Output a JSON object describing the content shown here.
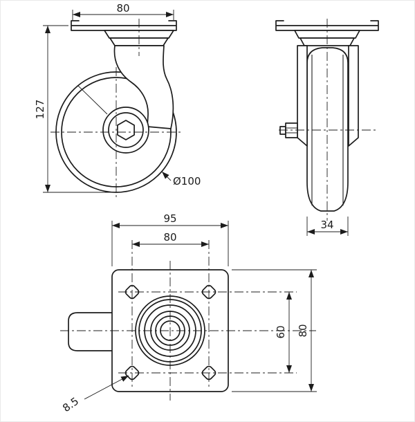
{
  "colors": {
    "background": "#ffffff",
    "line": "#1c1c1c"
  },
  "views": {
    "side": {
      "plate_width": "80",
      "overall_height": "127",
      "wheel_diameter": "Ø100"
    },
    "front": {
      "wheel_width": "34"
    },
    "plan": {
      "plate_length": "95",
      "hole_pitch_horizontal": "80",
      "hole_pitch_vertical": "60",
      "plate_width": "80",
      "hole_diameter": "8.5"
    }
  }
}
